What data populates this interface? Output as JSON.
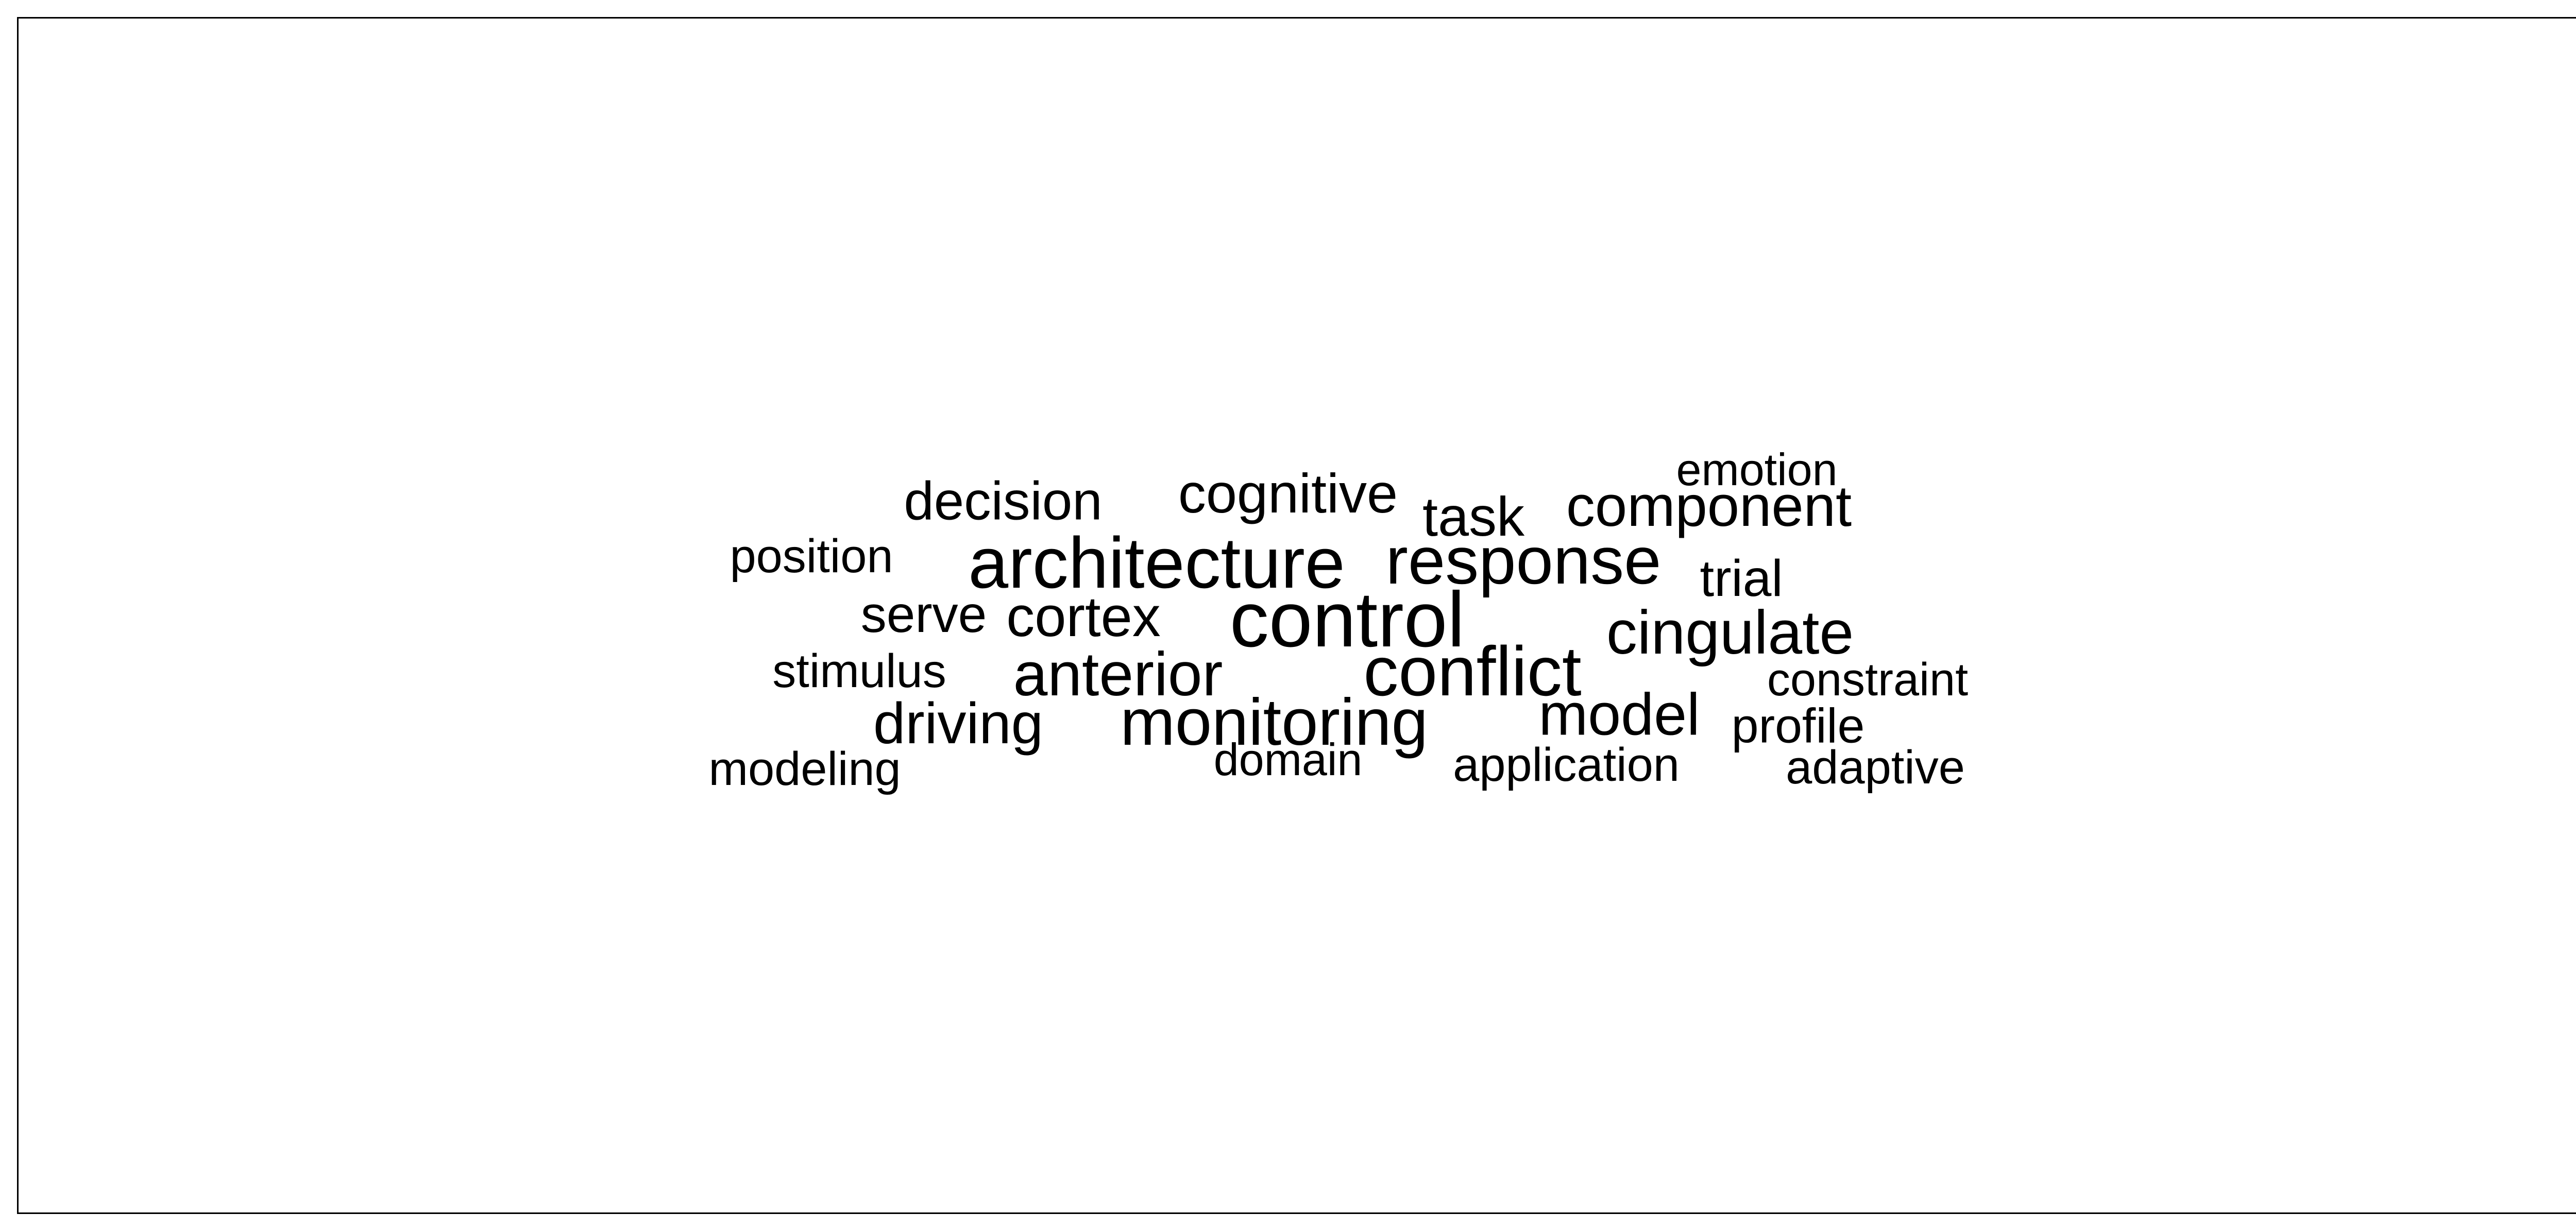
{
  "word_cloud": {
    "text_color": "#000000",
    "background_color": "#ffffff",
    "words": [
      {
        "text": "control",
        "weight": 1.0
      },
      {
        "text": "architecture",
        "weight": 0.92
      },
      {
        "text": "response",
        "weight": 0.88
      },
      {
        "text": "conflict",
        "weight": 0.88
      },
      {
        "text": "monitoring",
        "weight": 0.82
      },
      {
        "text": "anterior",
        "weight": 0.8
      },
      {
        "text": "cingulate",
        "weight": 0.8
      },
      {
        "text": "model",
        "weight": 0.78
      },
      {
        "text": "component",
        "weight": 0.74
      },
      {
        "text": "driving",
        "weight": 0.74
      },
      {
        "text": "cortex",
        "weight": 0.72
      },
      {
        "text": "cognitive",
        "weight": 0.7
      },
      {
        "text": "task",
        "weight": 0.7
      },
      {
        "text": "decision",
        "weight": 0.68
      },
      {
        "text": "trial",
        "weight": 0.66
      },
      {
        "text": "serve",
        "weight": 0.64
      },
      {
        "text": "profile",
        "weight": 0.64
      },
      {
        "text": "position",
        "weight": 0.62
      },
      {
        "text": "stimulus",
        "weight": 0.62
      },
      {
        "text": "modeling",
        "weight": 0.62
      },
      {
        "text": "application",
        "weight": 0.6
      },
      {
        "text": "adaptive",
        "weight": 0.6
      },
      {
        "text": "constraint",
        "weight": 0.6
      },
      {
        "text": "domain",
        "weight": 0.58
      },
      {
        "text": "emotion",
        "weight": 0.58
      }
    ]
  }
}
